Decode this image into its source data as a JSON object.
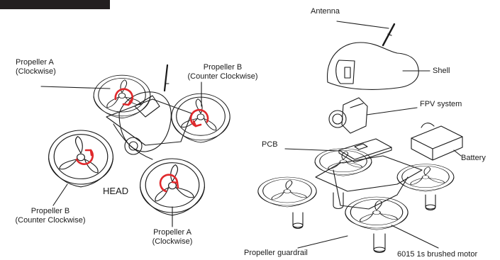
{
  "colors": {
    "line": "#1a1a1a",
    "rotation_arrow": "#e0282b",
    "header_bar": "#231f20"
  },
  "left_view": {
    "labels": {
      "prop_a_top_1": "Propeller A",
      "prop_a_top_2": "(Clockwise)",
      "prop_b_top_1": "Propeller B",
      "prop_b_top_2": "(Counter Clockwise)",
      "prop_b_bottom_1": "Propeller B",
      "prop_b_bottom_2": "(Counter Clockwise)",
      "prop_a_bottom_1": "Propeller A",
      "prop_a_bottom_2": "(Clockwise)",
      "head": "HEAD"
    },
    "rotation": [
      "clockwise",
      "counter-clockwise",
      "counter-clockwise",
      "clockwise"
    ]
  },
  "right_view": {
    "labels": {
      "antenna": "Antenna",
      "shell": "Shell",
      "fpv": "FPV system",
      "pcb": "PCB",
      "battery": "Battery",
      "guardrail": "Propeller guardrail",
      "motor": "6015 1s brushed motor"
    }
  }
}
